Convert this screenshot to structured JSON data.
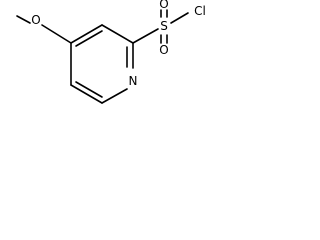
{
  "molecule": {
    "atoms": {
      "methoxy_oxygen": "O",
      "ring_nitrogen": "N",
      "sulfur": "S",
      "sulfonyl_oxygen_top": "O",
      "sulfonyl_oxygen_bottom": "O",
      "chlorine": "Cl"
    }
  },
  "colors": {
    "bond": "#000000",
    "label": "#000000",
    "background": "#ffffff"
  }
}
